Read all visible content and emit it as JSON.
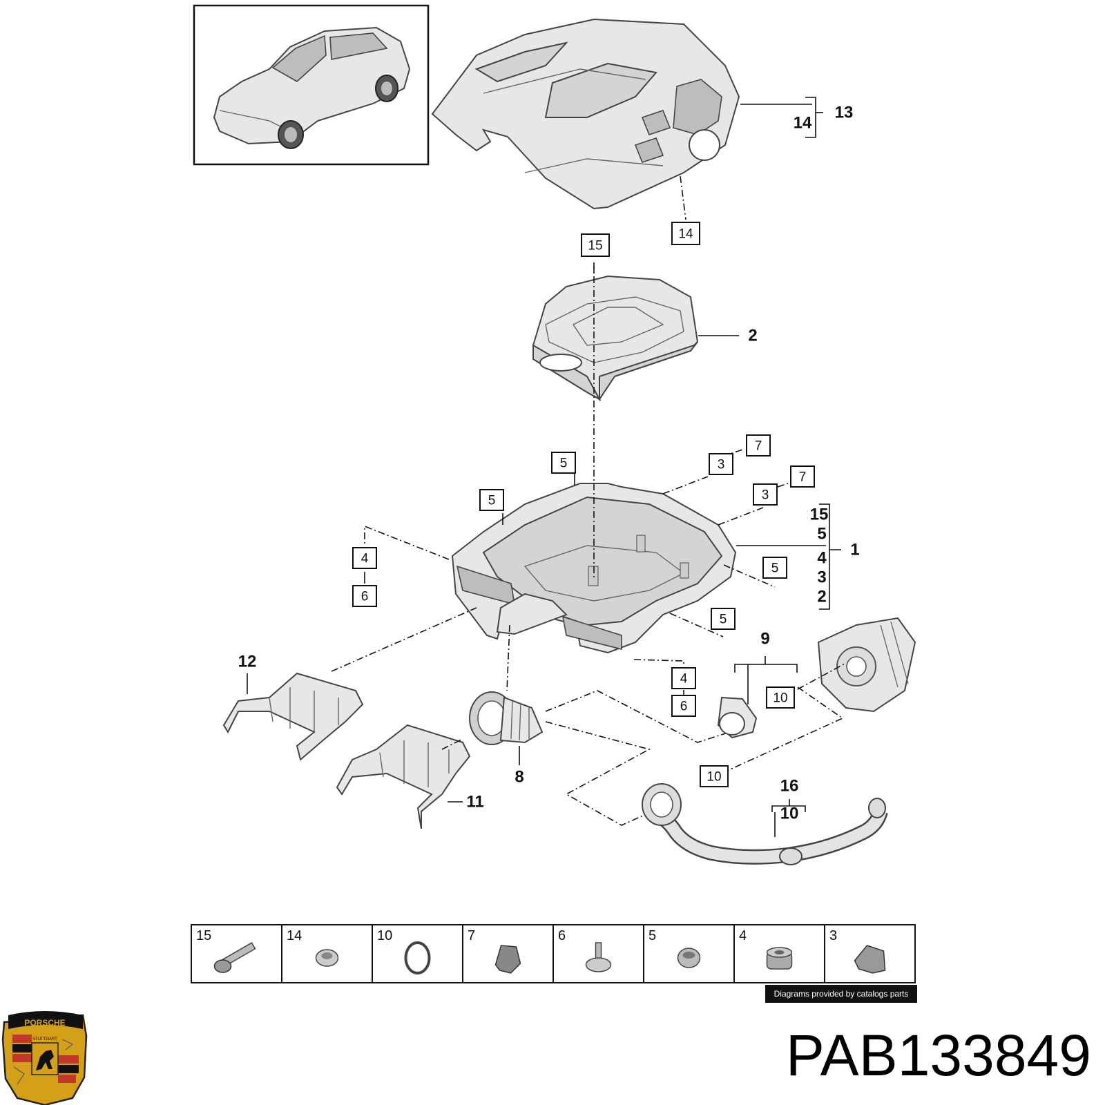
{
  "callouts_boxed": [
    {
      "id": "c14-top",
      "text": "14"
    },
    {
      "id": "c15-top",
      "text": "15"
    },
    {
      "id": "c7-a",
      "text": "7"
    },
    {
      "id": "c3-a",
      "text": "3"
    },
    {
      "id": "c7-b",
      "text": "7"
    },
    {
      "id": "c3-b",
      "text": "3"
    },
    {
      "id": "c5-a",
      "text": "5"
    },
    {
      "id": "c5-b",
      "text": "5"
    },
    {
      "id": "c4-a",
      "text": "4"
    },
    {
      "id": "c6-a",
      "text": "6"
    },
    {
      "id": "c5-c",
      "text": "5"
    },
    {
      "id": "c5-d",
      "text": "5"
    },
    {
      "id": "c4-b",
      "text": "4"
    },
    {
      "id": "c6-b",
      "text": "6"
    },
    {
      "id": "c10-a",
      "text": "10"
    },
    {
      "id": "c10-b",
      "text": "10"
    }
  ],
  "callouts_bold": [
    {
      "id": "b13",
      "text": "13"
    },
    {
      "id": "b14",
      "text": "14"
    },
    {
      "id": "b2",
      "text": "2"
    },
    {
      "id": "b15",
      "text": "15"
    },
    {
      "id": "b5",
      "text": "5"
    },
    {
      "id": "b4",
      "text": "4"
    },
    {
      "id": "b3",
      "text": "3"
    },
    {
      "id": "b2b",
      "text": "2"
    },
    {
      "id": "b1",
      "text": "1"
    },
    {
      "id": "b9",
      "text": "9"
    },
    {
      "id": "b12",
      "text": "12"
    },
    {
      "id": "b8",
      "text": "8"
    },
    {
      "id": "b11",
      "text": "11"
    },
    {
      "id": "b16",
      "text": "16"
    },
    {
      "id": "b10",
      "text": "10"
    }
  ],
  "legend": [
    {
      "number": "15",
      "icon": "bolt-icon"
    },
    {
      "number": "14",
      "icon": "grommet-icon"
    },
    {
      "number": "10",
      "icon": "o-ring-icon"
    },
    {
      "number": "7",
      "icon": "clip-icon"
    },
    {
      "number": "6",
      "icon": "push-pin-icon"
    },
    {
      "number": "5",
      "icon": "rubber-bush-icon"
    },
    {
      "number": "4",
      "icon": "mount-bush-icon"
    },
    {
      "number": "3",
      "icon": "bracket-clip-icon"
    }
  ],
  "credit": "Diagrams provided by catalogs parts",
  "part_number": "PAB133849",
  "logo": {
    "text_top": "PORSCHE",
    "text_small": "STUTTGART",
    "colors": [
      "#c0392b",
      "#111111",
      "#d4a017"
    ]
  }
}
